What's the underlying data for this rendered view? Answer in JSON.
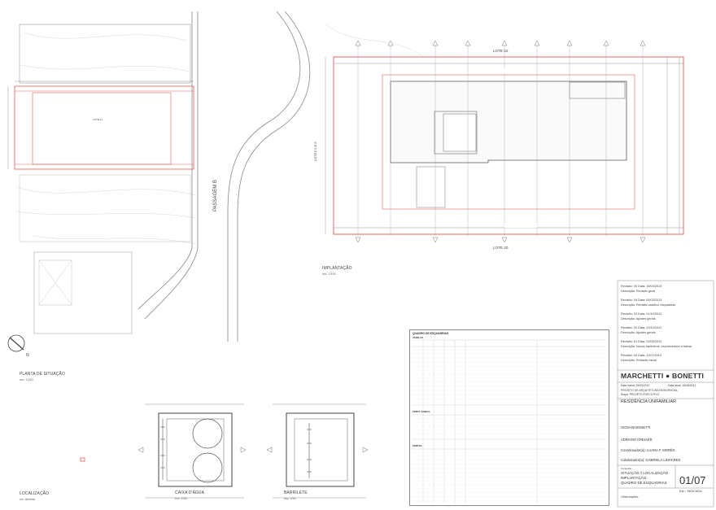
{
  "drawing": {
    "passage_label": "PASSAGEM B",
    "lot_top": "LOTE 22",
    "lot_bottom": "LOTE 20",
    "lot_side": "LOTES 5 E 6",
    "lot_left": "LOTE 21"
  },
  "views": {
    "implantacao": {
      "title": "IMPLANTAÇÃO",
      "scale": "esc. 1/100"
    },
    "situacao": {
      "title": "PLANTA DE SITUAÇÃO",
      "scale": "esc. 1/200"
    },
    "localizacao": {
      "title": "LOCALIZAÇÃO",
      "scale": "sin. almeida"
    },
    "caixa": {
      "title": "CAIXA D'ÁGUA",
      "scale": "esc. 1/50"
    },
    "barrilete": {
      "title": "BARRILETE",
      "scale": "esc. 1/50"
    }
  },
  "table": {
    "title": "QUADRO DE ESQUADRIAS",
    "section_janelas": "JANELAS",
    "section_portas_janelas": "PORTA-JANELA",
    "section_portas": "PORTAS"
  },
  "title_block": {
    "revisions": [
      {
        "line1": "Revisão: 05    Data: 15/04/2013",
        "line2": "Descrição: Revisão geral"
      },
      {
        "line1": "Revisão: 04    Data: 05/03/2013",
        "line2": "Descrição: Revisão caixilho/ esquadrias"
      },
      {
        "line1": "Revisão: 03    Data: 01/10/2012",
        "line2": "Descrição: Ajustes gerais"
      },
      {
        "line1": "Revisão: 02    Data: 23/10/2012",
        "line2": "Descrição: Ajustes gerais"
      },
      {
        "line1": "Revisão: 01    Data: 02/09/2012",
        "line2": "Descrição: Novos banheiros, escurecedora a baixar"
      },
      {
        "line1": "Revisão: 00    Data: 11/07/2014",
        "line2": "Descrição: Emissão inicial"
      }
    ],
    "brand": "MARCHETTI ● BONETTI",
    "date_start": "Data inicial: 25/05/2012",
    "date_now": "Data atual: 16/08/2012",
    "project_line1": "PROJETO DE ARQUITETURA RESIDENCIAL",
    "project_line2": "Etapa: PROJETO EXECUTIVO",
    "residence": "RESIDÊNCIA UNIFAMILIAR",
    "designer1": "GIOVANI BONETTI",
    "designer2": "ADRIANO KREIAER",
    "coordinator": "Coordenador(a): LUANA F. MORÊS",
    "collaborator": "Colaborador(a): GABRIELA LINHARES",
    "contents_label": "Conteúdo:",
    "contents": [
      "SITUAÇÃO // LOCALIZAÇÃO",
      "IMPLANTAÇÃO",
      "QUADRO DE ESQUADRIAS"
    ],
    "sheet_number": "01/07",
    "scale_label": "Esc.: INDICADA",
    "obs": "Observações:"
  },
  "colors": {
    "red": "#e0443c",
    "line": "#777777",
    "grid": "#c8c8c8"
  }
}
